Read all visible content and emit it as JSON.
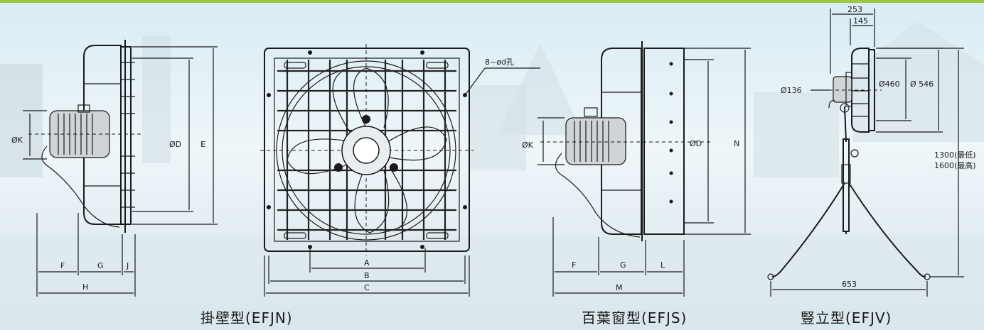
{
  "captions": {
    "wall": "掛壁型(EFJN)",
    "louver": "百葉窗型(EFJS)",
    "stand": "豎立型(EFJV)"
  },
  "wall_labels": {
    "K": "ØK",
    "D": "ØD",
    "E": "E",
    "F": "F",
    "G": "G",
    "J": "J",
    "H": "H"
  },
  "front_labels": {
    "holes": "8~ød孔",
    "A": "A",
    "B": "B",
    "C": "C"
  },
  "louver_labels": {
    "K": "ØK",
    "D": "ØD",
    "N": "N",
    "F": "F",
    "G": "G",
    "L": "L",
    "M": "M"
  },
  "stand_labels": {
    "d253": "253",
    "d145": "145",
    "d136": "Ø136",
    "d460": "Ø460",
    "d546": "Ø 546",
    "h1300": "1300(最低)",
    "h1600": "1600(最高)",
    "w653": "653"
  },
  "colors": {
    "accent_line": "#9cc743",
    "ink": "#1a1a1a"
  }
}
